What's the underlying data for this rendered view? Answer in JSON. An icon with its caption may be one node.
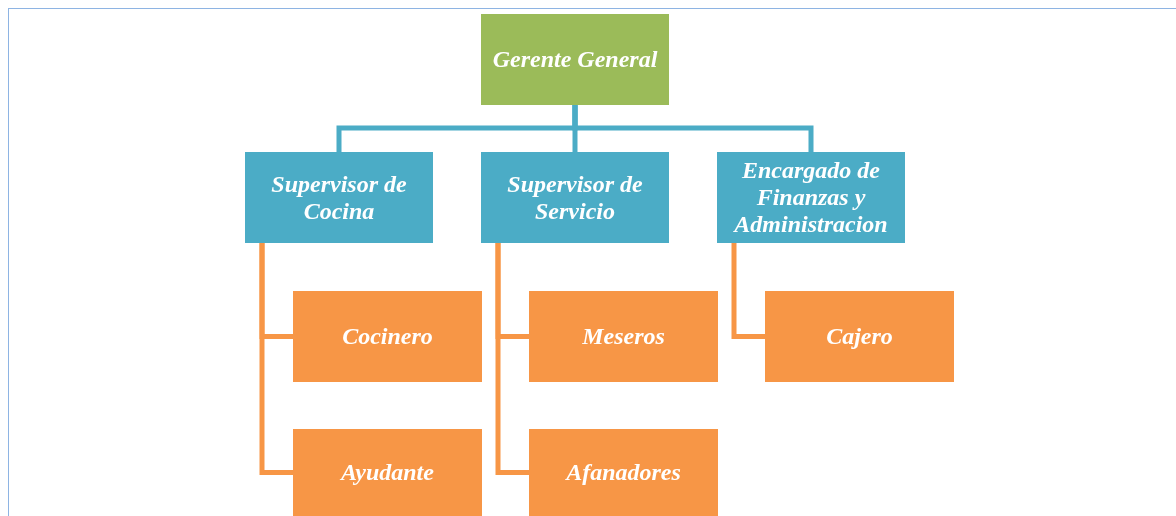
{
  "diagram": {
    "nodes": [
      {
        "text": [
          "Gerente General"
        ]
      },
      {
        "text": [
          "Supervisor de Cocina"
        ]
      },
      {
        "text": [
          "Supervisor de Servicio"
        ]
      },
      {
        "text": [
          "Encargado de Finanzas y Administracion"
        ]
      },
      {
        "text": [
          "Cocinero"
        ]
      },
      {
        "text": [
          "Ayudante"
        ]
      },
      {
        "text": [
          "Meseros"
        ]
      },
      {
        "text": [
          "Afanadores"
        ]
      },
      {
        "text": [
          "Cajero"
        ]
      }
    ],
    "edges": [
      {
        "from": 0,
        "to": 1,
        "arrow": "none",
        "color": "#4bacc6"
      },
      {
        "from": 0,
        "to": 2,
        "arrow": "none",
        "color": "#4bacc6"
      },
      {
        "from": 0,
        "to": 3,
        "arrow": "none",
        "color": "#4bacc6"
      },
      {
        "from": 1,
        "to": 4,
        "arrow": "none"
      },
      {
        "from": 1,
        "to": 5,
        "arrow": "none"
      },
      {
        "from": 2,
        "to": 6,
        "arrow": "none"
      },
      {
        "from": 2,
        "to": 7,
        "arrow": "none"
      },
      {
        "from": 3,
        "to": 8,
        "arrow": "none"
      }
    ]
  }
}
